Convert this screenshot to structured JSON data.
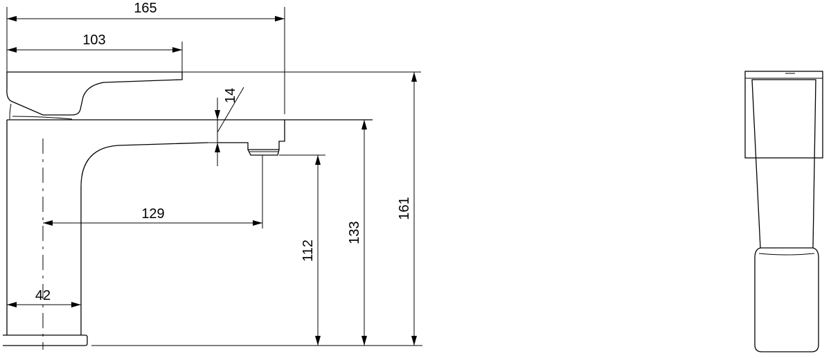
{
  "dimensions": {
    "overall_length": "165",
    "handle_length": "103",
    "spout_height_step": "14",
    "spout_reach": "129",
    "body_width": "42",
    "outlet_height": "112",
    "body_height": "133",
    "overall_height": "161"
  }
}
